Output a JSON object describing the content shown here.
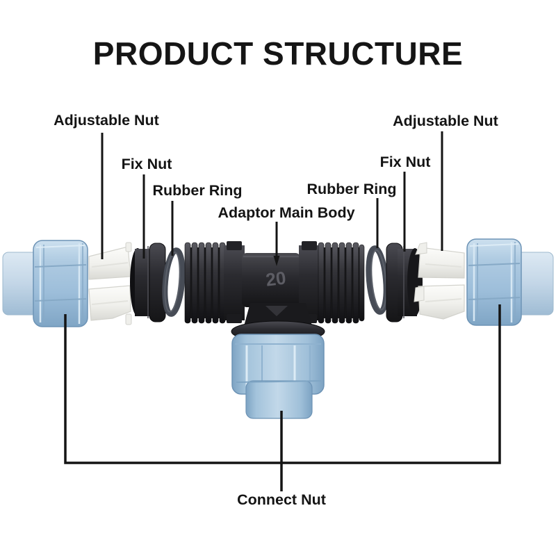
{
  "title": "PRODUCT STRUCTURE",
  "labels": {
    "adjustable_nut_left": "Adjustable Nut",
    "fix_nut_left": "Fix Nut",
    "rubber_ring_left": "Rubber Ring",
    "adaptor_main_body": "Adaptor Main Body",
    "rubber_ring_right": "Rubber Ring",
    "fix_nut_right": "Fix Nut",
    "adjustable_nut_right": "Adjustable Nut",
    "connect_nut": "Connect Nut"
  },
  "marking": "20",
  "colors": {
    "background": "#ffffff",
    "text": "#141414",
    "pointer_line": "#141414",
    "nut_blue": "#9dbeda",
    "nut_blue_highlight": "#cadeee",
    "nut_blue_shadow": "#7fa5c5",
    "body_black": "#242428",
    "rubber_ring_gray": "#474c56",
    "split_ring_white": "#f1f1ee"
  }
}
